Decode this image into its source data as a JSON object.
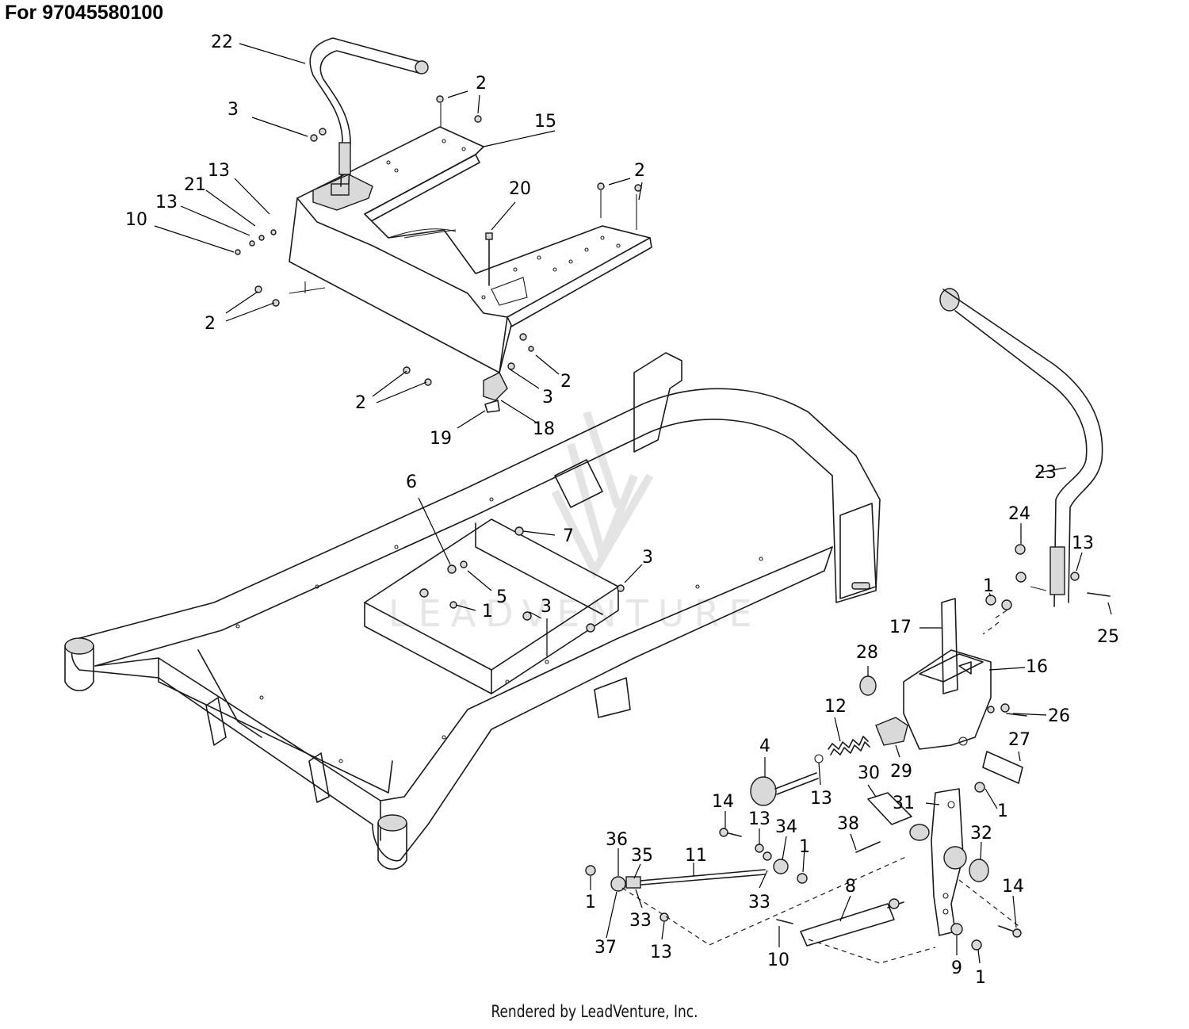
{
  "title": "For 97045580100",
  "footer": "Rendered by LeadVenture, Inc.",
  "watermark": "LEADVENTURE",
  "callouts": [
    {
      "id": "c22a",
      "label": "22"
    },
    {
      "id": "c2a",
      "label": "2"
    },
    {
      "id": "c3a",
      "label": "3"
    },
    {
      "id": "c15",
      "label": "15"
    },
    {
      "id": "c13a",
      "label": "13"
    },
    {
      "id": "c21",
      "label": "21"
    },
    {
      "id": "c13b",
      "label": "13"
    },
    {
      "id": "c10a",
      "label": "10"
    },
    {
      "id": "c20",
      "label": "20"
    },
    {
      "id": "c2b",
      "label": "2"
    },
    {
      "id": "c2c",
      "label": "2"
    },
    {
      "id": "c2d",
      "label": "2"
    },
    {
      "id": "c3b",
      "label": "3"
    },
    {
      "id": "c2e",
      "label": "2"
    },
    {
      "id": "c18",
      "label": "18"
    },
    {
      "id": "c19",
      "label": "19"
    },
    {
      "id": "c6",
      "label": "6"
    },
    {
      "id": "c7",
      "label": "7"
    },
    {
      "id": "c3c",
      "label": "3"
    },
    {
      "id": "c5",
      "label": "5"
    },
    {
      "id": "c1a",
      "label": "1"
    },
    {
      "id": "c3d",
      "label": "3"
    },
    {
      "id": "c23",
      "label": "23"
    },
    {
      "id": "c24",
      "label": "24"
    },
    {
      "id": "c13c",
      "label": "13"
    },
    {
      "id": "c25",
      "label": "25"
    },
    {
      "id": "c1b",
      "label": "1"
    },
    {
      "id": "c17",
      "label": "17"
    },
    {
      "id": "c16",
      "label": "16"
    },
    {
      "id": "c28",
      "label": "28"
    },
    {
      "id": "c12",
      "label": "12"
    },
    {
      "id": "c26",
      "label": "26"
    },
    {
      "id": "c29",
      "label": "29"
    },
    {
      "id": "c27",
      "label": "27"
    },
    {
      "id": "c4",
      "label": "4"
    },
    {
      "id": "c13d",
      "label": "13"
    },
    {
      "id": "c30",
      "label": "30"
    },
    {
      "id": "c31",
      "label": "31"
    },
    {
      "id": "c1c",
      "label": "1"
    },
    {
      "id": "c14a",
      "label": "14"
    },
    {
      "id": "c13e",
      "label": "13"
    },
    {
      "id": "c34",
      "label": "34"
    },
    {
      "id": "c1d",
      "label": "1"
    },
    {
      "id": "c38",
      "label": "38"
    },
    {
      "id": "c32",
      "label": "32"
    },
    {
      "id": "c36",
      "label": "36"
    },
    {
      "id": "c35",
      "label": "35"
    },
    {
      "id": "c11",
      "label": "11"
    },
    {
      "id": "c33a",
      "label": "33"
    },
    {
      "id": "c1e",
      "label": "1"
    },
    {
      "id": "c33b",
      "label": "33"
    },
    {
      "id": "c8",
      "label": "8"
    },
    {
      "id": "c14b",
      "label": "14"
    },
    {
      "id": "c37",
      "label": "37"
    },
    {
      "id": "c13f",
      "label": "13"
    },
    {
      "id": "c10b",
      "label": "10"
    },
    {
      "id": "c9",
      "label": "9"
    },
    {
      "id": "c1f",
      "label": "1"
    }
  ]
}
